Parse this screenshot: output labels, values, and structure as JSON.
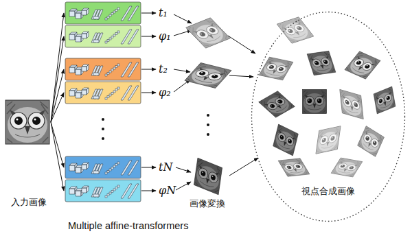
{
  "diagram": {
    "nodes": [
      {
        "text": [
          "入力画像"
        ]
      },
      {
        "text": [
          "視点合成画像"
        ]
      }
    ],
    "labels": [
      "t₁",
      "φ₁",
      "t₂",
      "φ₂",
      "tN",
      "φN",
      "画像変換",
      "Multiple affine-transformers"
    ]
  }
}
